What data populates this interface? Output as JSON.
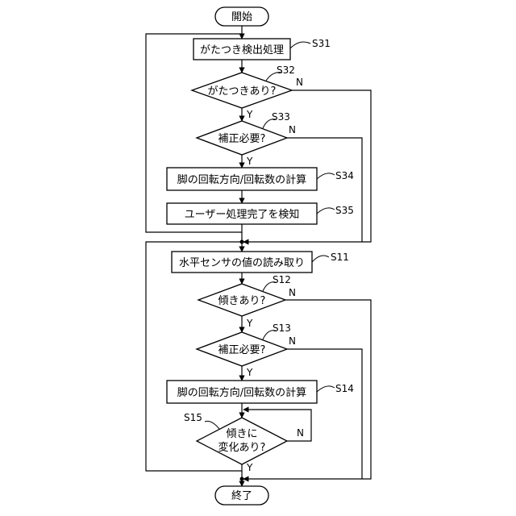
{
  "start": "開始",
  "end": "終了",
  "steps": {
    "s31": {
      "id": "S31",
      "text": "がたつき検出処理"
    },
    "s32": {
      "id": "S32",
      "text": "がたつきあり?"
    },
    "s33": {
      "id": "S33",
      "text": "補正必要?"
    },
    "s34": {
      "id": "S34",
      "text": "脚の回転方向/回転数の計算"
    },
    "s35": {
      "id": "S35",
      "text": "ユーザー処理完了を検知"
    },
    "s11": {
      "id": "S11",
      "text": "水平センサの値の読み取り"
    },
    "s12": {
      "id": "S12",
      "text": "傾きあり?"
    },
    "s13": {
      "id": "S13",
      "text": "補正必要?"
    },
    "s14": {
      "id": "S14",
      "text": "脚の回転方向/回転数の計算"
    },
    "s15": {
      "id": "S15",
      "line1": "傾きに",
      "line2": "変化あり?"
    }
  },
  "labels": {
    "yes": "Y",
    "no": "N"
  }
}
